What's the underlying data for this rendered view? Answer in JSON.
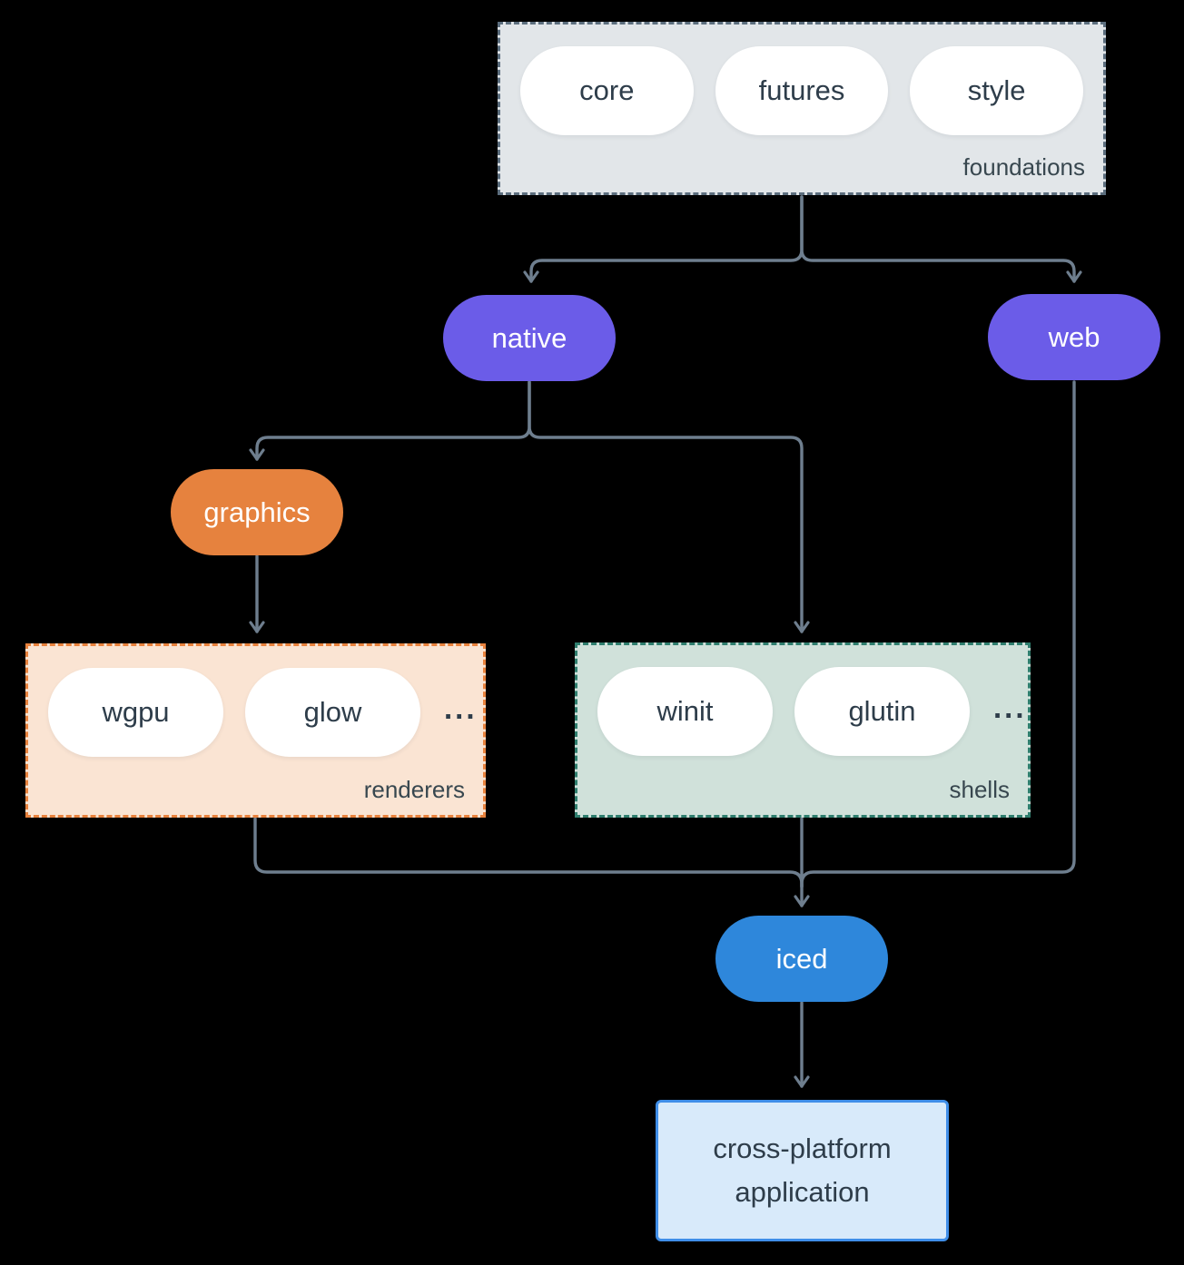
{
  "colors": {
    "background": "#000000",
    "line": "#6e7e8e",
    "node_purple": "#6b5ce8",
    "node_orange": "#e6823e",
    "node_blue": "#2e87db",
    "node_text": "#ffffff",
    "pill_text": "#2e3d4a",
    "group_label_text": "#38474f",
    "foundations_fill": "#e2e6e9",
    "foundations_border": "#5c6e7e",
    "renderers_fill": "#fae4d3",
    "renderers_border": "#e8823d",
    "shells_fill": "#d0e1da",
    "shells_border": "#2f7e6e",
    "app_fill": "#d8eafa",
    "app_border": "#3f8ee8"
  },
  "groups": {
    "foundations": {
      "label": "foundations",
      "items": [
        "core",
        "futures",
        "style"
      ]
    },
    "renderers": {
      "label": "renderers",
      "items": [
        "wgpu",
        "glow"
      ],
      "ellipsis": "..."
    },
    "shells": {
      "label": "shells",
      "items": [
        "winit",
        "glutin"
      ],
      "ellipsis": "..."
    }
  },
  "nodes": {
    "native": "native",
    "web": "web",
    "graphics": "graphics",
    "iced": "iced",
    "application": "cross-platform application"
  }
}
